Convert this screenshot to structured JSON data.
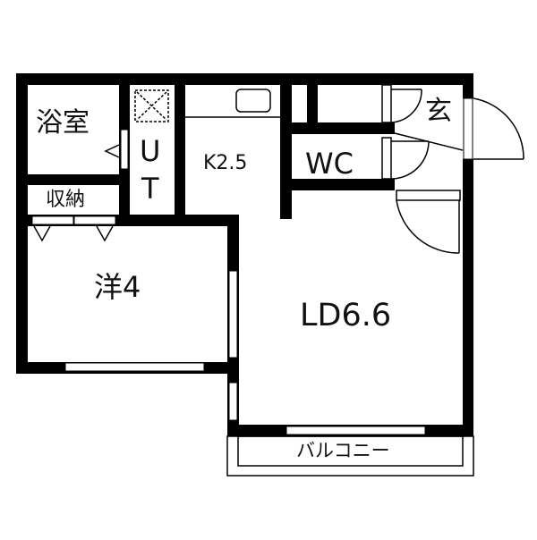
{
  "floorplan": {
    "colors": {
      "wall": "#000000",
      "background": "#ffffff",
      "line": "#111111"
    },
    "rooms": [
      {
        "id": "bath",
        "label": "浴室"
      },
      {
        "id": "storage",
        "label": "収納"
      },
      {
        "id": "utility_u",
        "label": "U"
      },
      {
        "id": "utility_t",
        "label": "T"
      },
      {
        "id": "kitchen",
        "label": "K2.5"
      },
      {
        "id": "wc",
        "label": "WC"
      },
      {
        "id": "entrance",
        "label": "玄"
      },
      {
        "id": "western",
        "label": "洋4"
      },
      {
        "id": "living",
        "label": "LD6.6"
      },
      {
        "id": "balcony",
        "label": "バルコニー"
      }
    ]
  }
}
